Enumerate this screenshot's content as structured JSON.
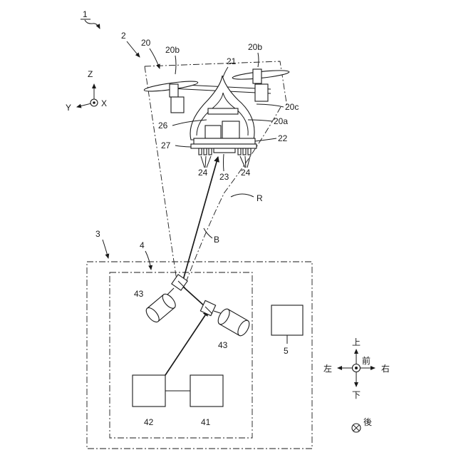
{
  "labels": {
    "system": "1",
    "flying_object": "2",
    "body": "20",
    "propeller_left": "20b",
    "propeller_right": "20b",
    "lower_frame": "20c",
    "upper_frame": "20a",
    "dome": "21",
    "plate": "22",
    "base": "23",
    "spray_left": "24",
    "spray_right": "24",
    "controller": "26",
    "module": "27",
    "beam": "B",
    "range": "R",
    "station": "3",
    "unit": "4",
    "mirror_upper": "43",
    "mirror_lower": "43",
    "source": "42",
    "power": "41",
    "device": "5"
  },
  "axes": {
    "z": "Z",
    "y": "Y",
    "x": "X"
  },
  "compass": {
    "up": "上",
    "down": "下",
    "left": "左",
    "right": "右",
    "front": "前",
    "back": "後"
  },
  "colors": {
    "line": "#1a1a1a",
    "background": "#ffffff"
  },
  "icons": [
    "out-of-page-dot-icon",
    "into-page-cross-icon",
    "arrow-icon"
  ]
}
